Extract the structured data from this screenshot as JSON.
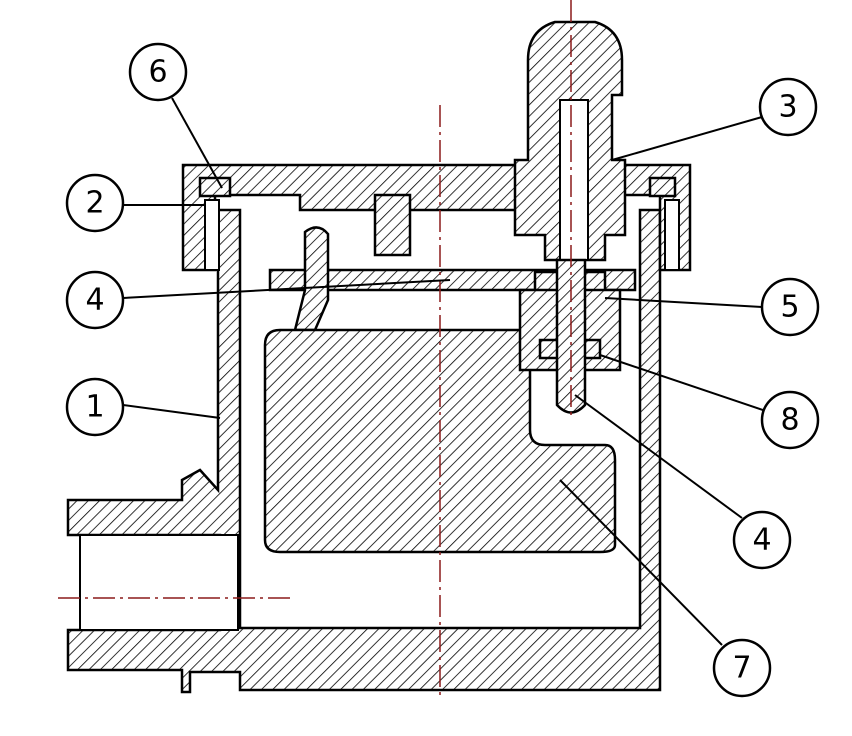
{
  "drawing": {
    "balloons": [
      {
        "id": "balloon-6",
        "label": "6"
      },
      {
        "id": "balloon-3",
        "label": "3"
      },
      {
        "id": "balloon-2",
        "label": "2"
      },
      {
        "id": "balloon-4a",
        "label": "4"
      },
      {
        "id": "balloon-5",
        "label": "5"
      },
      {
        "id": "balloon-1",
        "label": "1"
      },
      {
        "id": "balloon-8",
        "label": "8"
      },
      {
        "id": "balloon-4b",
        "label": "4"
      },
      {
        "id": "balloon-7",
        "label": "7"
      }
    ],
    "colors": {
      "line": "#000000",
      "centerline": "#8b1a1a"
    }
  }
}
